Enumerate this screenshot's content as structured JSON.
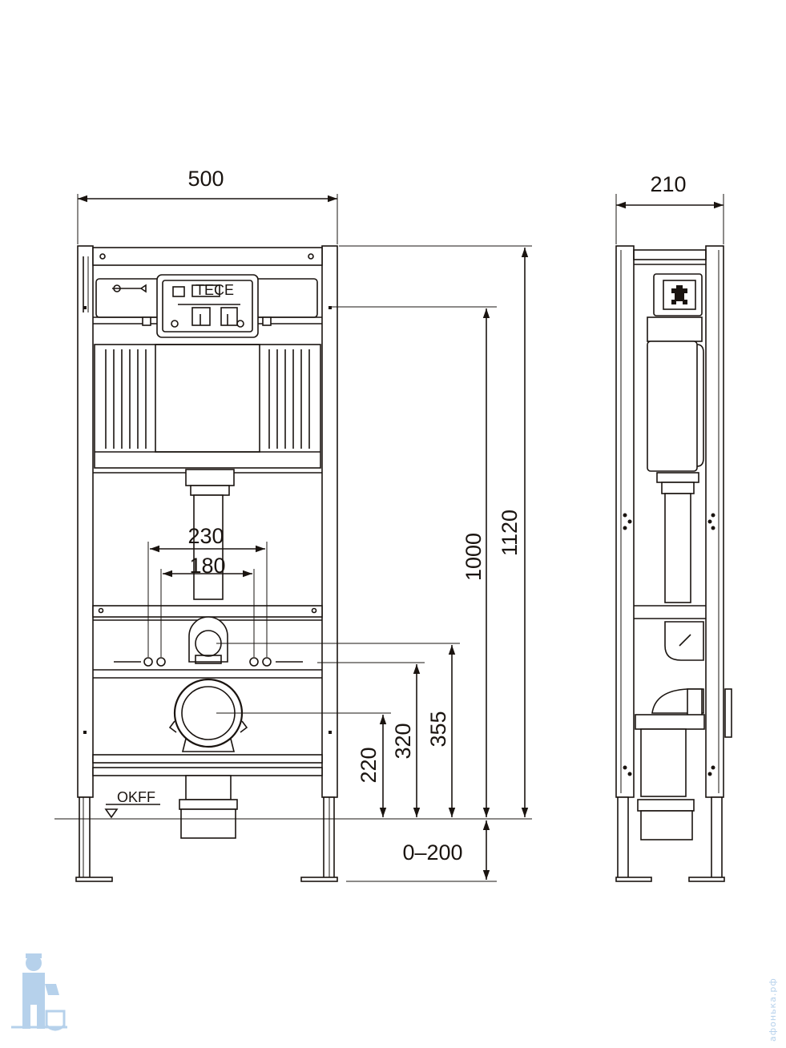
{
  "dimensions": {
    "width_front": "500",
    "width_side": "210",
    "height_total": "1120",
    "height_actuator": "1000",
    "spacing_outer": "230",
    "spacing_inner": "180",
    "height_355": "355",
    "height_320": "320",
    "height_220": "220",
    "leg_adjust": "0–200"
  },
  "labels": {
    "floor_level": "OKFF",
    "brand": "TECE"
  },
  "watermark": {
    "text": "афонька.рф",
    "icon": "plumber-logo-icon"
  },
  "colors": {
    "line": "#1a1410",
    "watermark": "#a9c9e8"
  }
}
